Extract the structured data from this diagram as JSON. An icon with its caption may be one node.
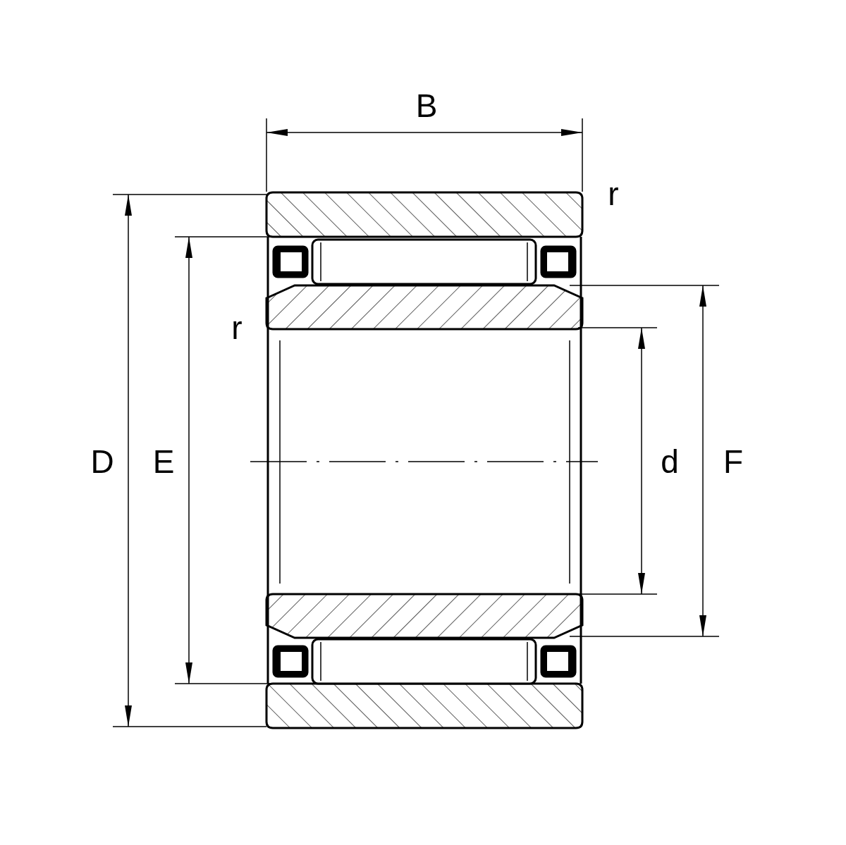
{
  "diagram": {
    "labels": [
      "B",
      "r",
      "r",
      "D",
      "E",
      "d",
      "F"
    ]
  }
}
